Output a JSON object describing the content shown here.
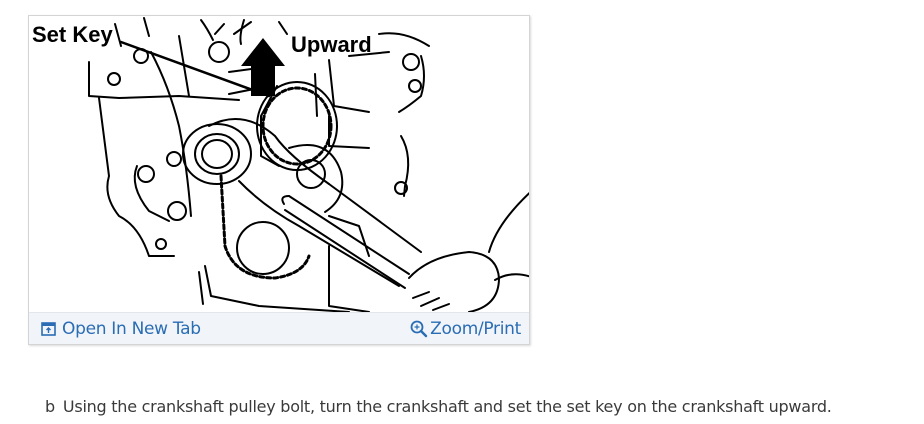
{
  "figure": {
    "callouts": {
      "set_key": "Set Key",
      "upward": "Upward"
    },
    "footer": {
      "open_new_tab_label": "Open In New Tab",
      "open_new_tab_icon": "open-in-new-tab-icon",
      "zoom_print_label": "Zoom/Print",
      "zoom_print_icon": "zoom-in-icon"
    }
  },
  "step": {
    "marker": "b",
    "text": "Using the crankshaft pulley bolt, turn the crankshaft and set the set key on the crankshaft upward."
  },
  "colors": {
    "link": "#2a6db5",
    "footer_bg": "#f1f4f8",
    "caption_text": "#3a3a3a"
  }
}
